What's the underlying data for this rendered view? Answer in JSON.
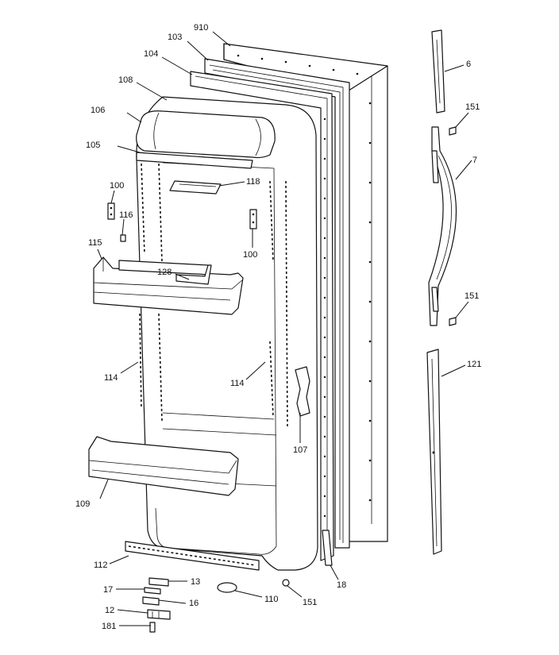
{
  "callouts": {
    "c910": "910",
    "c103": "103",
    "c104": "104",
    "c108": "108",
    "c106": "106",
    "c105": "105",
    "c100a": "100",
    "c116": "116",
    "c118": "118",
    "c100b": "100",
    "c115": "115",
    "c128": "128",
    "c114a": "114",
    "c114b": "114",
    "c107": "107",
    "c109": "109",
    "c112": "112",
    "c13": "13",
    "c17": "17",
    "c16": "16",
    "c12": "12",
    "c181": "181",
    "c110": "110",
    "c151a": "151",
    "c18": "18",
    "c6": "6",
    "c151b": "151",
    "c7": "7",
    "c151c": "151",
    "c121": "121"
  }
}
